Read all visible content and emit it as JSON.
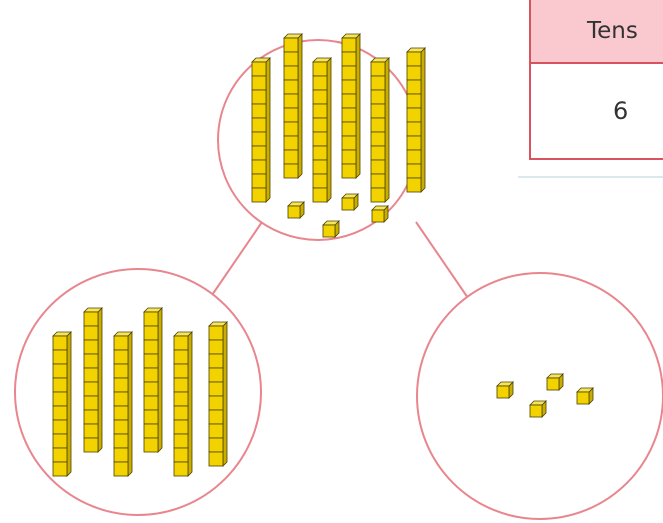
{
  "table": {
    "header": "Tens",
    "value": "6"
  },
  "colors": {
    "circle_stroke": "#e8868e",
    "block_fill": "#f2d300",
    "block_stroke": "#4a4100",
    "table_border": "#d9535f",
    "table_header_bg": "#f9c9cf"
  },
  "partition": {
    "whole": {
      "tens": 6,
      "ones": 4
    },
    "left_part": {
      "tens": 6,
      "ones": 0
    },
    "right_part": {
      "tens": 0,
      "ones": 4
    }
  }
}
